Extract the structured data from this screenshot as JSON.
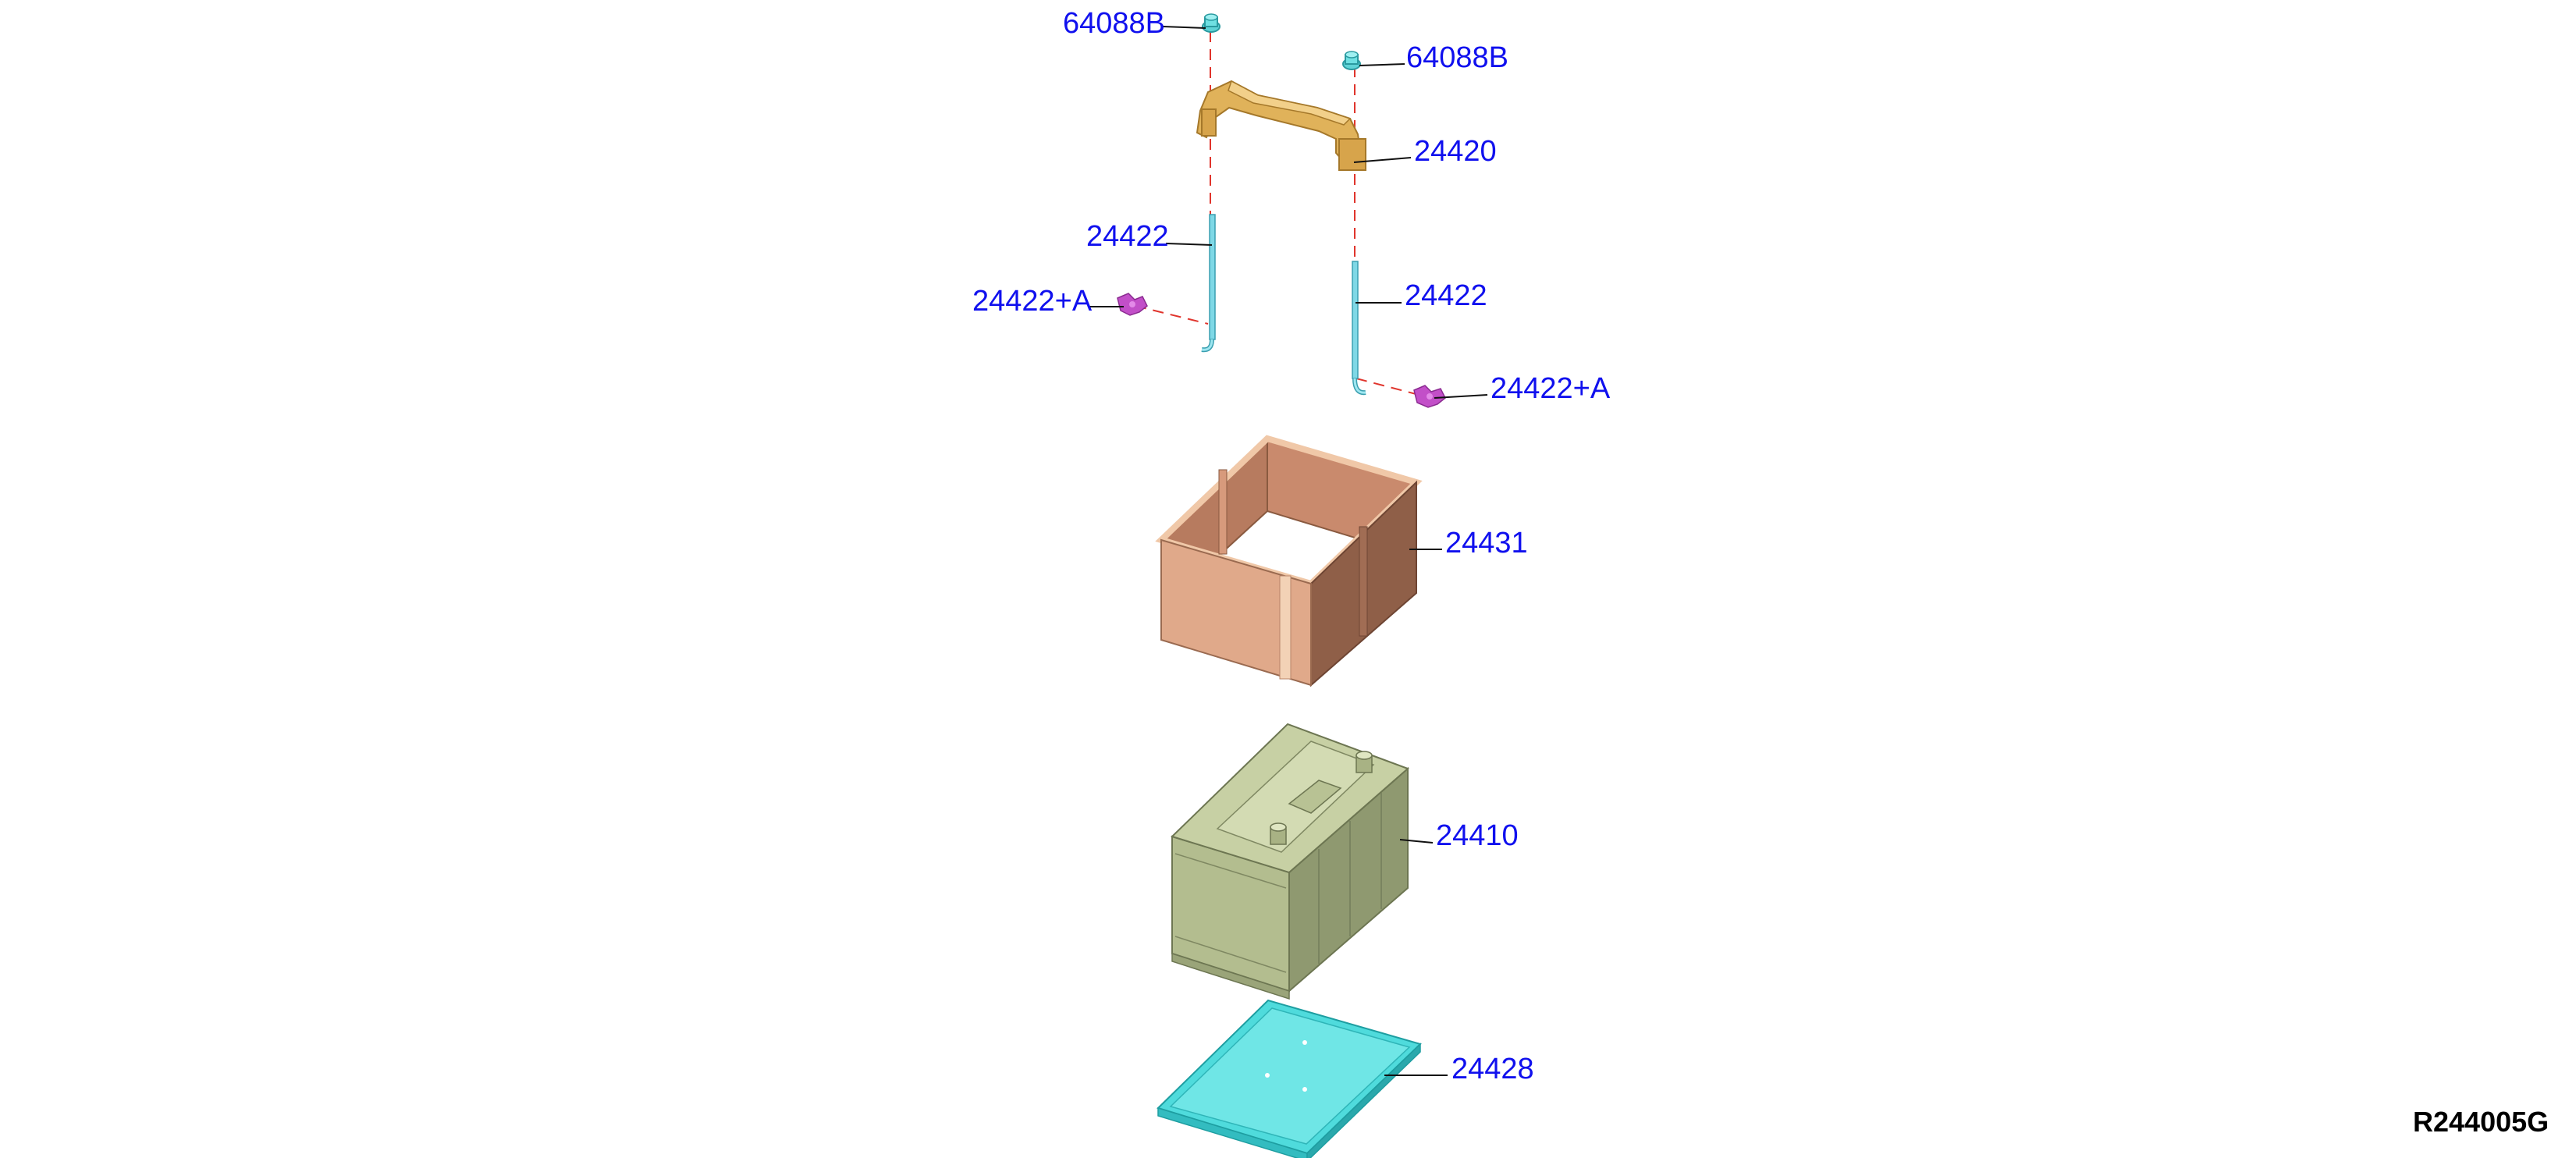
{
  "diagram": {
    "drawing_id": "R244005G",
    "callouts": [
      {
        "id": "nut-left",
        "label": "64088B"
      },
      {
        "id": "nut-right",
        "label": "64088B"
      },
      {
        "id": "frame",
        "label": "24420"
      },
      {
        "id": "rod-left",
        "label": "24422"
      },
      {
        "id": "rod-right",
        "label": "24422"
      },
      {
        "id": "clip-left",
        "label": "24422+A"
      },
      {
        "id": "clip-right",
        "label": "24422+A"
      },
      {
        "id": "insulator",
        "label": "24431"
      },
      {
        "id": "battery",
        "label": "24410"
      },
      {
        "id": "tray",
        "label": "24428"
      }
    ],
    "colors": {
      "callout_text": "#1010ee",
      "leader_line": "#111111",
      "dashed_line": "#e0342c",
      "nut": "#5fd3d6",
      "rod": "#7fd8e6",
      "frame": "#e0b25a",
      "clip": "#c24fc8",
      "insulator": "#e0a98a",
      "battery": "#b3bd8f",
      "tray": "#4fdbdc"
    }
  }
}
